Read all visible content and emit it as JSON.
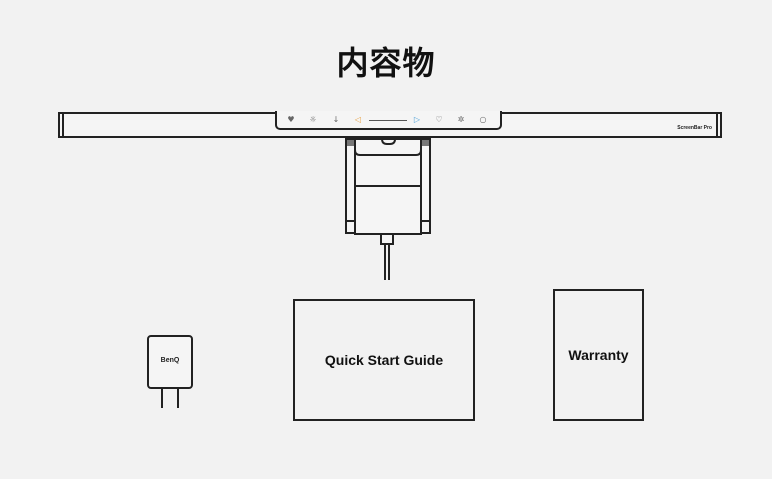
{
  "title": "内容物",
  "light_bar": {
    "model_label": "ScreenBar Pro",
    "controls": [
      {
        "icon": "auto-dimming-icon",
        "glyph": "♥",
        "color": "#555555"
      },
      {
        "icon": "brightness-icon",
        "glyph": "☼",
        "color": "#666666"
      },
      {
        "icon": "color-temp-icon",
        "glyph": "↓",
        "color": "#666666"
      },
      {
        "icon": "warm-arrow-icon",
        "glyph": "◁",
        "color": "#e8a040"
      },
      {
        "icon": "cool-arrow-icon",
        "glyph": "▷",
        "color": "#4aa0d8"
      },
      {
        "icon": "favorite-icon",
        "glyph": "♡",
        "color": "#666666"
      },
      {
        "icon": "settings-icon",
        "glyph": "✲",
        "color": "#666666"
      },
      {
        "icon": "power-icon",
        "glyph": "○",
        "color": "#666666"
      }
    ]
  },
  "adapter": {
    "logo": "BenQ"
  },
  "documents": {
    "quick_start_guide": "Quick Start Guide",
    "warranty": "Warranty"
  }
}
